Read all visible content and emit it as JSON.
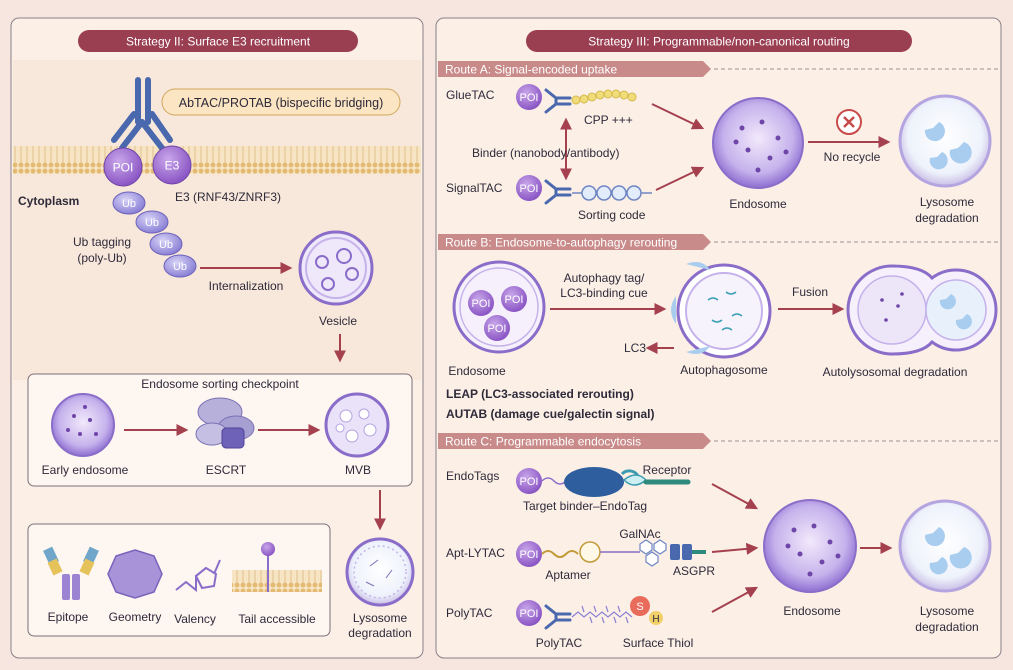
{
  "left_panel": {
    "header": "Strategy II: Surface E3 recruitment",
    "bispecific_label": "AbTAC/PROTAB (bispecific bridging)",
    "poi": "POI",
    "e3": "E3",
    "e3_caption": "E3 (RNF43/ZNRF3)",
    "cytoplasm": "Cytoplasm",
    "ub": "Ub",
    "ub_tagging_line1": "Ub tagging",
    "ub_tagging_line2": "(poly-Ub)",
    "internalization": "Internalization",
    "vesicle": "Vesicle",
    "checkpoint": {
      "title": "Endosome sorting checkpoint",
      "early_endosome": "Early endosome",
      "escrt": "ESCRT",
      "mvb": "MVB"
    },
    "features": [
      "Epitope",
      "Geometry",
      "Valency",
      "Tail accessible"
    ],
    "lysosome_line1": "Lysosome",
    "lysosome_line2": "degradation"
  },
  "right_panel": {
    "header": "Strategy III: Programmable/non-canonical routing",
    "route_a": {
      "title": "Route A: Signal-encoded uptake",
      "gluetac": "GlueTAC",
      "cpp": "CPP +++",
      "binder": "Binder (nanobody/antibody)",
      "signaltac": "SignalTAC",
      "sorting_code": "Sorting code",
      "endosome": "Endosome",
      "no_recycle": "No recycle",
      "lysosome_line1": "Lysosome",
      "lysosome_line2": "degradation"
    },
    "route_b": {
      "title": "Route B: Endosome-to-autophagy rerouting",
      "endosome": "Endosome",
      "tag_line1": "Autophagy tag/",
      "tag_line2": "LC3-binding cue",
      "lc3": "LC3",
      "autophagosome": "Autophagosome",
      "fusion": "Fusion",
      "autolysosomal": "Autolysosomal degradation",
      "leap": "LEAP (LC3-associated rerouting)",
      "autab": "AUTAB (damage cue/galectin signal)"
    },
    "route_c": {
      "title": "Route C: Programmable endocytosis",
      "endotags": "EndoTags",
      "receptor": "Receptor",
      "target_binder": "Target binder–EndoTag",
      "apt_lytac": "Apt-LYTAC",
      "galnac": "GalNAc",
      "asgpr": "ASGPR",
      "aptamer": "Aptamer",
      "polytac": "PolyTAC",
      "polytac_label": "PolyTAC",
      "surface_thiol": "Surface Thiol",
      "s": "S",
      "h": "H",
      "endosome": "Endosome",
      "lysosome_line1": "Lysosome",
      "lysosome_line2": "degradation"
    }
  },
  "colors": {
    "header_fill": "#9a3e52",
    "route_fill": "#c98a8a",
    "arrow": "#a5404f",
    "purple": "#8a6dc9",
    "antibody": "#4a68ad",
    "membrane": "#e8c98a"
  }
}
